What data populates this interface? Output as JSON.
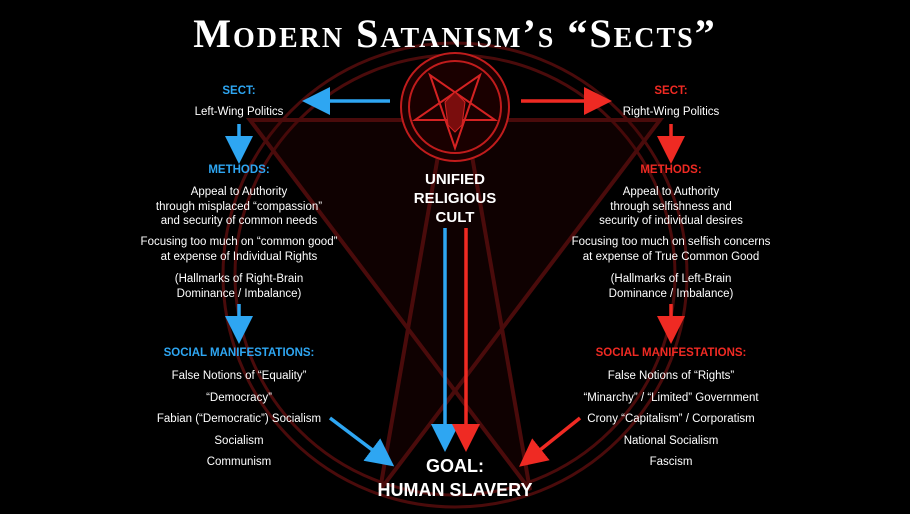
{
  "title": "Modern Satanism’s “Sects”",
  "center": {
    "label_lines": [
      "UNIFIED",
      "RELIGIOUS",
      "CULT"
    ]
  },
  "goal": {
    "lines": [
      "GOAL:",
      "HUMAN SLAVERY"
    ]
  },
  "left": {
    "sect_heading": "SECT:",
    "sect": "Left-Wing Politics",
    "methods_heading": "METHODS:",
    "methods_1": [
      "Appeal to Authority",
      "through misplaced “compassion”",
      "and security of common needs"
    ],
    "methods_2": [
      "Focusing too much on “common good”",
      "at expense of Individual Rights"
    ],
    "methods_3": [
      "(Hallmarks of Right-Brain",
      "Dominance / Imbalance)"
    ],
    "social_heading": "SOCIAL MANIFESTATIONS:",
    "social": [
      "False Notions of “Equality”",
      "“Democracy”",
      "Fabian (“Democratic”) Socialism",
      "Socialism",
      "Communism"
    ]
  },
  "right": {
    "sect_heading": "SECT:",
    "sect": "Right-Wing Politics",
    "methods_heading": "METHODS:",
    "methods_1": [
      "Appeal to Authority",
      "through selfishness and",
      "security of individual desires"
    ],
    "methods_2": [
      "Focusing too much on selfish concerns",
      "at expense of True Common Good"
    ],
    "methods_3": [
      "(Hallmarks of Left-Brain",
      "Dominance / Imbalance)"
    ],
    "social_heading": "SOCIAL MANIFESTATIONS:",
    "social": [
      "False Notions of “Rights”",
      "“Minarchy” / “Limited” Government",
      "Crony “Capitalism” / Corporatism",
      "National Socialism",
      "Fascism"
    ]
  },
  "colors": {
    "left": "#2ea6f2",
    "right": "#ef2a23",
    "background_symbol": "#4a0b0b",
    "emblem": "#d42222"
  }
}
